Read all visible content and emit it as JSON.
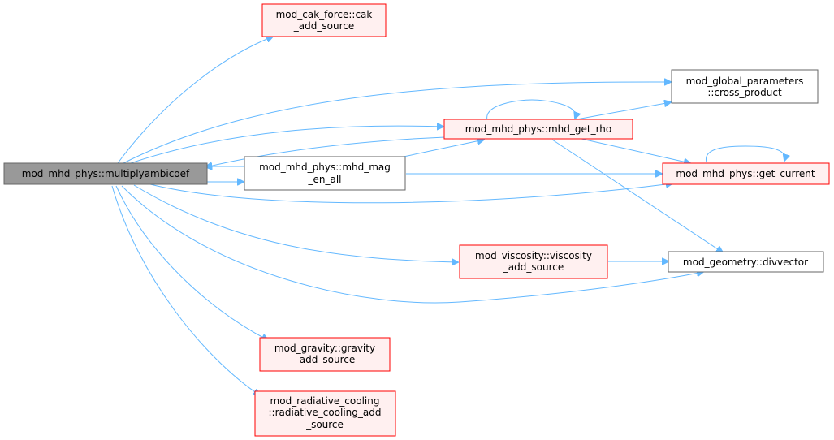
{
  "colors": {
    "edge": "#63b8ff",
    "root_fill": "#999999",
    "root_border": "#666666",
    "red_border": "#ff0000",
    "red_fill": "#fff0f0",
    "normal_border": "#666666",
    "normal_fill": "#ffffff"
  },
  "nodes": {
    "multiplyambicoef": [
      "mod_mhd_phys::multiplyambicoef"
    ],
    "cak_force": [
      "mod_cak_force::cak",
      "_add_source"
    ],
    "cross_product": [
      "mod_global_parameters",
      "::cross_product"
    ],
    "mhd_get_rho": [
      "mod_mhd_phys::mhd_get_rho"
    ],
    "mhd_mag_en_all": [
      "mod_mhd_phys::mhd_mag",
      "_en_all"
    ],
    "get_current": [
      "mod_mhd_phys::get_current"
    ],
    "viscosity": [
      "mod_viscosity::viscosity",
      "_add_source"
    ],
    "divvector": [
      "mod_geometry::divvector"
    ],
    "gravity": [
      "mod_gravity::gravity",
      "_add_source"
    ],
    "radiative_cooling": [
      "mod_radiative_cooling",
      "::radiative_cooling_add",
      "_source"
    ]
  }
}
